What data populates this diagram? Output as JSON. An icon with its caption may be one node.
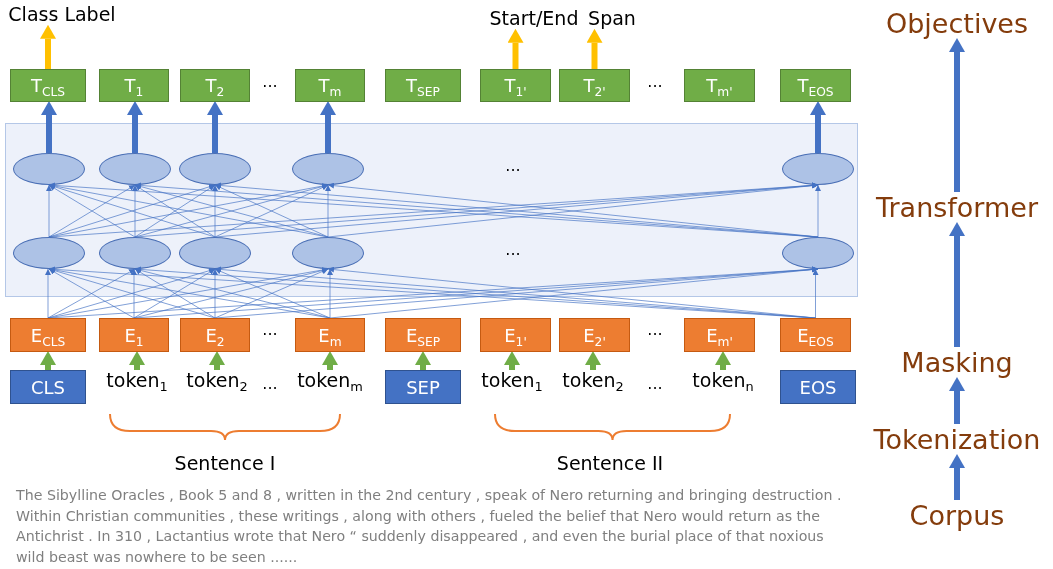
{
  "diagram": {
    "nodes": [
      {
        "text": [
          "Class Label"
        ]
      },
      {
        "text": [
          "Start/End"
        ]
      },
      {
        "text": [
          "Span"
        ]
      },
      {
        "text": [
          "Objectives"
        ]
      },
      {
        "text": [
          "T$_{CLS}$"
        ]
      },
      {
        "text": [
          "T$_{1}$"
        ]
      },
      {
        "text": [
          "T$_{2}$"
        ]
      },
      {
        "text": [
          "T$_{m}$"
        ]
      },
      {
        "text": [
          "T$_{SEP}$"
        ]
      },
      {
        "text": [
          "T$_{1'}$"
        ]
      },
      {
        "text": [
          "T$_{2'}$"
        ]
      },
      {
        "text": [
          "T$_{m'}$"
        ]
      },
      {
        "text": [
          "T$_{EOS}$"
        ]
      },
      {
        "text": [
          "Transformer"
        ]
      },
      {
        "text": [],
        "shape": "box"
      },
      {
        "text": [],
        "shape": "ellipse",
        "in": 14
      },
      {
        "text": [],
        "shape": "ellipse",
        "in": 14
      },
      {
        "text": [],
        "shape": "ellipse",
        "in": 14
      },
      {
        "text": [],
        "shape": "ellipse",
        "in": 14
      },
      {
        "text": [],
        "shape": "ellipse",
        "in": 14
      },
      {
        "text": [],
        "shape": "ellipse",
        "in": 14
      },
      {
        "text": [],
        "shape": "ellipse",
        "in": 14
      },
      {
        "text": [],
        "shape": "ellipse",
        "in": 14
      },
      {
        "text": [],
        "shape": "ellipse",
        "in": 14
      },
      {
        "text": [],
        "shape": "ellipse",
        "in": 14
      },
      {
        "text": [
          "Masking"
        ]
      },
      {
        "text": [
          "E$_{CLS}$"
        ]
      },
      {
        "text": [
          "E$_{1}$"
        ]
      },
      {
        "text": [
          "E$_{2}$"
        ]
      },
      {
        "text": [
          "E$_{m}$"
        ]
      },
      {
        "text": [
          "E$_{SEP}$"
        ]
      },
      {
        "text": [
          "E$_{1'}$"
        ]
      },
      {
        "text": [
          "E$_{2'}$"
        ]
      },
      {
        "text": [
          "E$_{m'}$"
        ]
      },
      {
        "text": [
          "E$_{EOS}$"
        ]
      },
      {
        "text": [
          "CLS"
        ]
      },
      {
        "text": [
          "token$_{1}$"
        ]
      },
      {
        "text": [
          "token$_{2}$"
        ]
      },
      {
        "text": [
          "token$_{m}$"
        ]
      },
      {
        "text": [
          "SEP"
        ]
      },
      {
        "text": [
          "token$_{1}$"
        ]
      },
      {
        "text": [
          "token$_{2}$"
        ]
      },
      {
        "text": [
          "token$_{n}$"
        ]
      },
      {
        "text": [
          "EOS"
        ]
      },
      {
        "text": [
          "Tokenization"
        ]
      },
      {
        "text": [
          "Corpus"
        ]
      }
    ],
    "edges": [
      {
        "from": 4,
        "to": 0,
        "arrow": "to",
        "style": "thick",
        "color": "#ffc000"
      },
      {
        "from": 9,
        "to": 1,
        "arrow": "to",
        "style": "thick",
        "color": "#ffc000"
      },
      {
        "from": 10,
        "to": 2,
        "arrow": "to",
        "style": "thick",
        "color": "#ffc000"
      },
      {
        "from": 15,
        "to": 4,
        "arrow": "to",
        "style": "thick"
      },
      {
        "from": 16,
        "to": 5,
        "arrow": "to",
        "style": "thick"
      },
      {
        "from": 17,
        "to": 6,
        "arrow": "to",
        "style": "thick"
      },
      {
        "from": 18,
        "to": 7,
        "arrow": "to",
        "style": "thick"
      },
      {
        "from": 19,
        "to": 12,
        "arrow": "to",
        "style": "thick"
      },
      {
        "from": 20,
        "to": 15,
        "arrow": "to"
      },
      {
        "from": 20,
        "to": 16,
        "arrow": "to"
      },
      {
        "from": 20,
        "to": 17,
        "arrow": "to"
      },
      {
        "from": 20,
        "to": 18,
        "arrow": "to"
      },
      {
        "from": 20,
        "to": 19,
        "arrow": "to"
      },
      {
        "from": 21,
        "to": 15,
        "arrow": "to"
      },
      {
        "from": 21,
        "to": 16,
        "arrow": "to"
      },
      {
        "from": 21,
        "to": 17,
        "arrow": "to"
      },
      {
        "from": 21,
        "to": 18,
        "arrow": "to"
      },
      {
        "from": 21,
        "to": 19,
        "arrow": "to"
      },
      {
        "from": 22,
        "to": 15,
        "arrow": "to"
      },
      {
        "from": 22,
        "to": 16,
        "arrow": "to"
      },
      {
        "from": 22,
        "to": 17,
        "arrow": "to"
      },
      {
        "from": 22,
        "to": 18,
        "arrow": "to"
      },
      {
        "from": 22,
        "to": 19,
        "arrow": "to"
      },
      {
        "from": 23,
        "to": 15,
        "arrow": "to"
      },
      {
        "from": 23,
        "to": 16,
        "arrow": "to"
      },
      {
        "from": 23,
        "to": 17,
        "arrow": "to"
      },
      {
        "from": 23,
        "to": 18,
        "arrow": "to"
      },
      {
        "from": 23,
        "to": 19,
        "arrow": "to"
      },
      {
        "from": 24,
        "to": 15,
        "arrow": "to"
      },
      {
        "from": 24,
        "to": 16,
        "arrow": "to"
      },
      {
        "from": 24,
        "to": 17,
        "arrow": "to"
      },
      {
        "from": 24,
        "to": 18,
        "arrow": "to"
      },
      {
        "from": 24,
        "to": 19,
        "arrow": "to"
      },
      {
        "from": 26,
        "to": 20,
        "arrow": "to"
      },
      {
        "from": 26,
        "to": 21,
        "arrow": "to"
      },
      {
        "from": 26,
        "to": 22,
        "arrow": "to"
      },
      {
        "from": 26,
        "to": 23,
        "arrow": "to"
      },
      {
        "from": 26,
        "to": 24,
        "arrow": "to"
      },
      {
        "from": 27,
        "to": 20,
        "arrow": "to"
      },
      {
        "from": 27,
        "to": 21,
        "arrow": "to"
      },
      {
        "from": 27,
        "to": 22,
        "arrow": "to"
      },
      {
        "from": 27,
        "to": 23,
        "arrow": "to"
      },
      {
        "from": 27,
        "to": 24,
        "arrow": "to"
      },
      {
        "from": 28,
        "to": 20,
        "arrow": "to"
      },
      {
        "from": 28,
        "to": 21,
        "arrow": "to"
      },
      {
        "from": 28,
        "to": 22,
        "arrow": "to"
      },
      {
        "from": 28,
        "to": 23,
        "arrow": "to"
      },
      {
        "from": 28,
        "to": 24,
        "arrow": "to"
      },
      {
        "from": 29,
        "to": 20,
        "arrow": "to"
      },
      {
        "from": 29,
        "to": 21,
        "arrow": "to"
      },
      {
        "from": 29,
        "to": 22,
        "arrow": "to"
      },
      {
        "from": 29,
        "to": 23,
        "arrow": "to"
      },
      {
        "from": 29,
        "to": 24,
        "arrow": "to"
      },
      {
        "from": 34,
        "to": 20,
        "arrow": "to"
      },
      {
        "from": 34,
        "to": 21,
        "arrow": "to"
      },
      {
        "from": 34,
        "to": 22,
        "arrow": "to"
      },
      {
        "from": 34,
        "to": 23,
        "arrow": "to"
      },
      {
        "from": 34,
        "to": 24,
        "arrow": "to"
      },
      {
        "from": 35,
        "to": 26,
        "arrow": "to",
        "style": "thick",
        "color": "#70ad47"
      },
      {
        "from": 36,
        "to": 27,
        "arrow": "to",
        "style": "thick",
        "color": "#70ad47"
      },
      {
        "from": 37,
        "to": 28,
        "arrow": "to",
        "style": "thick",
        "color": "#70ad47"
      },
      {
        "from": 38,
        "to": 29,
        "arrow": "to",
        "style": "thick",
        "color": "#70ad47"
      },
      {
        "from": 39,
        "to": 30,
        "arrow": "to",
        "style": "thick",
        "color": "#70ad47"
      },
      {
        "from": 40,
        "to": 31,
        "arrow": "to",
        "style": "thick",
        "color": "#70ad47"
      },
      {
        "from": 41,
        "to": 32,
        "arrow": "to",
        "style": "thick",
        "color": "#70ad47"
      },
      {
        "from": 42,
        "to": 33,
        "arrow": "to",
        "style": "thick",
        "color": "#70ad47"
      },
      {
        "from": 45,
        "to": 44,
        "arrow": "to",
        "style": "thick"
      },
      {
        "from": 44,
        "to": 25,
        "arrow": "to",
        "style": "thick"
      },
      {
        "from": 25,
        "to": 13,
        "arrow": "to",
        "style": "thick"
      },
      {
        "from": 13,
        "to": 3,
        "arrow": "to",
        "style": "thick"
      }
    ],
    "labels": [
      "...",
      "...",
      "...",
      "...",
      "...",
      "...",
      "...",
      "...",
      "Sentence I",
      "Sentence II",
      "The Sibylline Oracles , Book 5 and 8 , written in the 2nd century , speak of Nero returning and bringing destruction . Within Christian communities , these writings , along with others , fueled the belief that Nero would return as the Antichrist . In 310 , Lactantius wrote that Nero “ suddenly disappeared , and even the burial place of that noxious wild beast was nowhere to be seen ......"
    ]
  }
}
